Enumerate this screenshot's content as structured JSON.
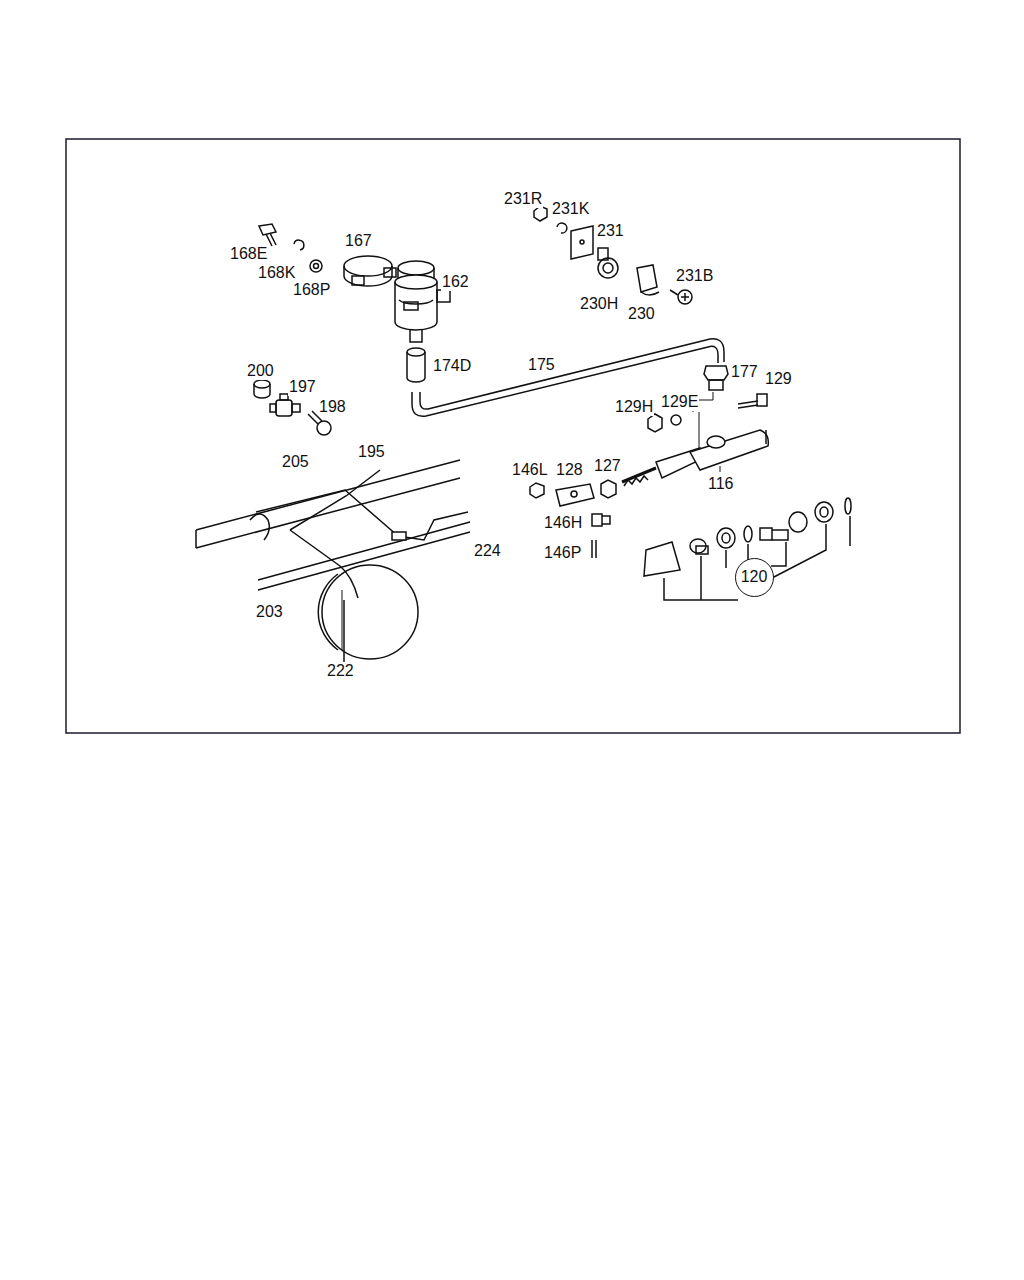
{
  "diagram": {
    "nodes": [
      {
        "text": [
          "120"
        ]
      }
    ],
    "labels": [
      "231R",
      "231K",
      "231",
      "168E",
      "167",
      "231B",
      "162",
      "168K",
      "168P",
      "230H",
      "230",
      "174D",
      "175",
      "177",
      "129",
      "200",
      "197",
      "198",
      "129H",
      "129E",
      "195",
      "205",
      "146L",
      "128",
      "127",
      "116",
      "146H",
      "224",
      "146P",
      "203",
      "222"
    ]
  }
}
